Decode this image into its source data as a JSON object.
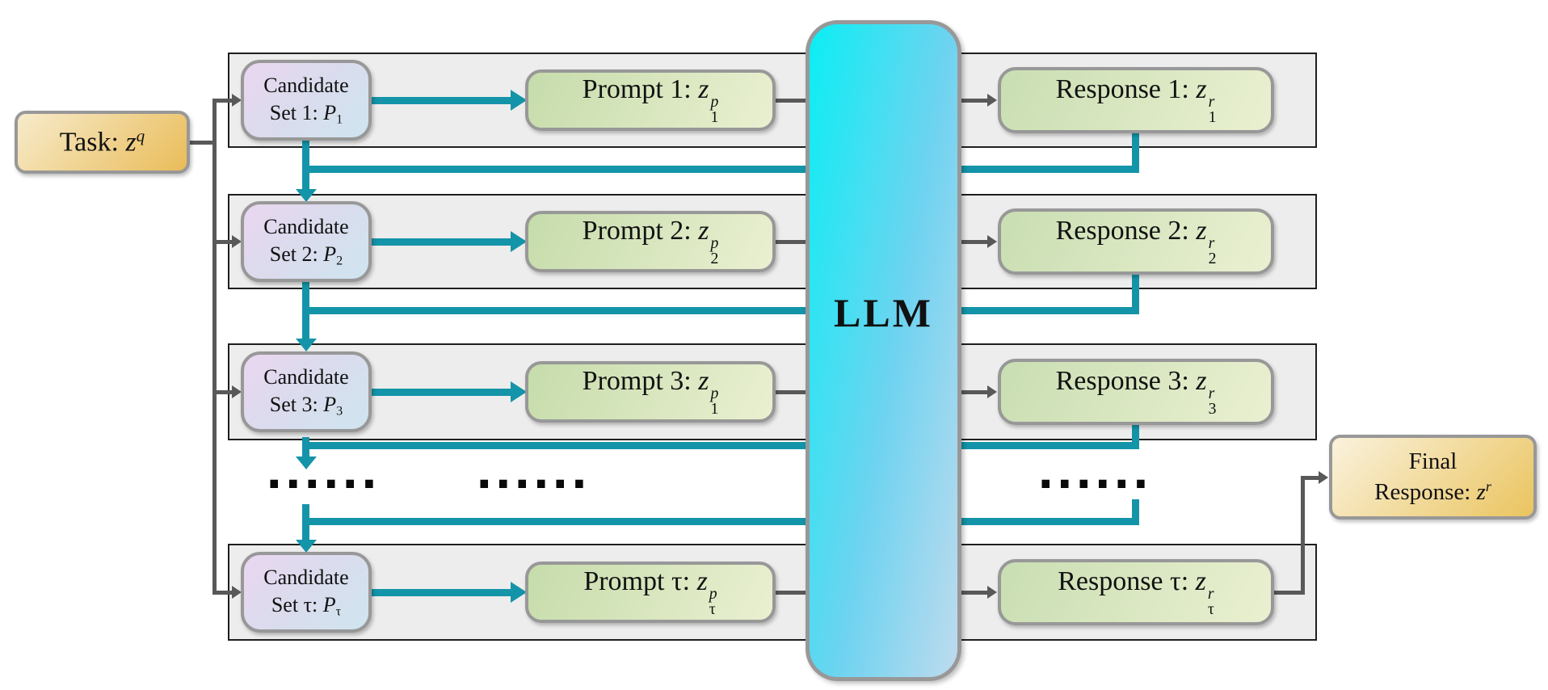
{
  "task": {
    "prefix": "Task: ",
    "var": "z",
    "sup": "q"
  },
  "llm": {
    "label": "LLM"
  },
  "final": {
    "line1": "Final",
    "prefix": "Response: ",
    "var": "z",
    "sup": "r"
  },
  "ellipsis": "......",
  "rows": [
    {
      "candidate": {
        "line1": "Candidate",
        "prefix": "Set 1: ",
        "var": "P",
        "sub": "1"
      },
      "prompt": {
        "prefix": "Prompt 1: ",
        "var": "z",
        "sup": "p",
        "sub": "1"
      },
      "response": {
        "prefix": "Response 1: ",
        "var": "z",
        "sup": "r",
        "sub": "1"
      }
    },
    {
      "candidate": {
        "line1": "Candidate",
        "prefix": "Set 2: ",
        "var": "P",
        "sub": "2"
      },
      "prompt": {
        "prefix": "Prompt 2: ",
        "var": "z",
        "sup": "p",
        "sub": "2"
      },
      "response": {
        "prefix": "Response 2: ",
        "var": "z",
        "sup": "r",
        "sub": "2"
      }
    },
    {
      "candidate": {
        "line1": "Candidate",
        "prefix": "Set 3: ",
        "var": "P",
        "sub": "3"
      },
      "prompt": {
        "prefix": "Prompt 3: ",
        "var": "z",
        "sup": "p",
        "sub": "1"
      },
      "response": {
        "prefix": "Response 3: ",
        "var": "z",
        "sup": "r",
        "sub": "3"
      }
    },
    {
      "candidate": {
        "line1": "Candidate",
        "prefix": "Set τ: ",
        "var": "P",
        "sub": "τ"
      },
      "prompt": {
        "prefix": "Prompt τ: ",
        "var": "z",
        "sup": "p",
        "sub": "τ"
      },
      "response": {
        "prefix": "Response τ: ",
        "var": "z",
        "sup": "r",
        "sub": "τ"
      }
    }
  ],
  "colors": {
    "feedback_teal": "#1494a8",
    "connector_gray": "#595959",
    "row_fill": "#ededed",
    "row_border": "#1f1f1f",
    "box_border": "#989898",
    "candidate_gradient": [
      "#ead6f0",
      "#cfe5f0"
    ],
    "green_gradient": [
      "#c6dcab",
      "#eaf0d1"
    ],
    "llm_gradient": [
      "#0beef4",
      "#bedbee"
    ],
    "orange_gradient": [
      "#f7ebcb",
      "#e9bc59"
    ]
  }
}
